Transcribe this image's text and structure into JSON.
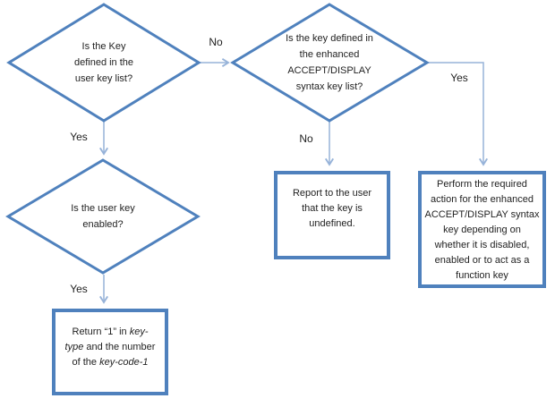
{
  "colors": {
    "shape_border": "#4f81bd",
    "connector": "#97b3d9",
    "text_color": "#1f1f1f",
    "bg": "#ffffff"
  },
  "diamonds": {
    "key_defined_user": {
      "lines": [
        "Is the Key",
        "defined in the",
        "user key list?"
      ]
    },
    "key_defined_enhanced": {
      "lines": [
        "Is the key defined in",
        "the enhanced",
        "ACCEPT/DISPLAY",
        "syntax key list?"
      ]
    },
    "user_key_enabled": {
      "lines": [
        "Is the user key",
        "enabled?"
      ]
    }
  },
  "boxes": {
    "report_undefined": {
      "lines": [
        "Report to the user",
        "that the key is",
        "undefined."
      ]
    },
    "perform_action": {
      "lines": [
        "Perform the required",
        "action for the enhanced",
        "ACCEPT/DISPLAY syntax",
        "key depending on",
        "whether it is disabled,",
        "enabled or to act as a",
        "function key"
      ]
    },
    "return_key": {
      "line1": [
        {
          "text": "Return “1” in ",
          "italic": false
        },
        {
          "text": "key-",
          "italic": true
        }
      ],
      "line2": [
        {
          "text": "type",
          "italic": true
        },
        {
          "text": " and the number",
          "italic": false
        }
      ],
      "line3": [
        {
          "text": "of the ",
          "italic": false
        },
        {
          "text": "key-code-1",
          "italic": true
        }
      ]
    }
  },
  "labels": {
    "no_top": "No",
    "yes_right": "Yes",
    "yes_upper_left": "Yes",
    "no_middle": "No",
    "yes_lower_left": "Yes"
  }
}
